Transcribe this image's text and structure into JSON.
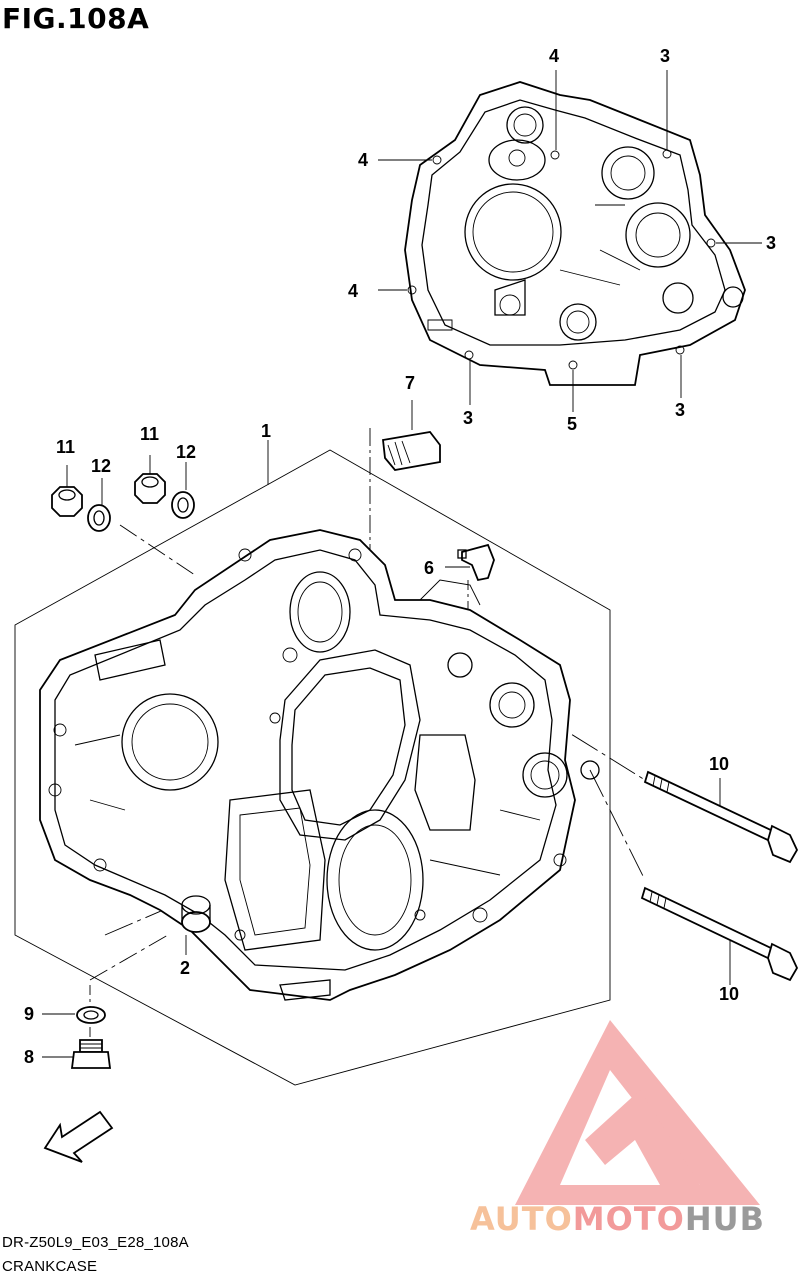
{
  "figure": {
    "title": "FIG.108A"
  },
  "captions": {
    "code": "DR-Z50L9_E03_E28_108A",
    "name": "CRANKCASE"
  },
  "fwd_label": "FWD",
  "callouts": [
    {
      "id": "4a",
      "label": "4"
    },
    {
      "id": "3a",
      "label": "3"
    },
    {
      "id": "4b",
      "label": "4"
    },
    {
      "id": "3b",
      "label": "3"
    },
    {
      "id": "4c",
      "label": "4"
    },
    {
      "id": "7",
      "label": "7"
    },
    {
      "id": "3c",
      "label": "3"
    },
    {
      "id": "5",
      "label": "5"
    },
    {
      "id": "3d",
      "label": "3"
    },
    {
      "id": "1",
      "label": "1"
    },
    {
      "id": "11a",
      "label": "11"
    },
    {
      "id": "12a",
      "label": "12"
    },
    {
      "id": "11b",
      "label": "11"
    },
    {
      "id": "12b",
      "label": "12"
    },
    {
      "id": "6",
      "label": "6"
    },
    {
      "id": "10a",
      "label": "10"
    },
    {
      "id": "10b",
      "label": "10"
    },
    {
      "id": "2",
      "label": "2"
    },
    {
      "id": "9",
      "label": "9"
    },
    {
      "id": "8",
      "label": "8"
    }
  ],
  "watermark": {
    "part1": "AUTO",
    "part2": "MOTO",
    "part3": "HUB"
  },
  "colors": {
    "ink": "#000000",
    "watermark_red": "#f29a9a",
    "watermark_orange": "#f6c19a",
    "watermark_gray": "#9a9a9a"
  }
}
